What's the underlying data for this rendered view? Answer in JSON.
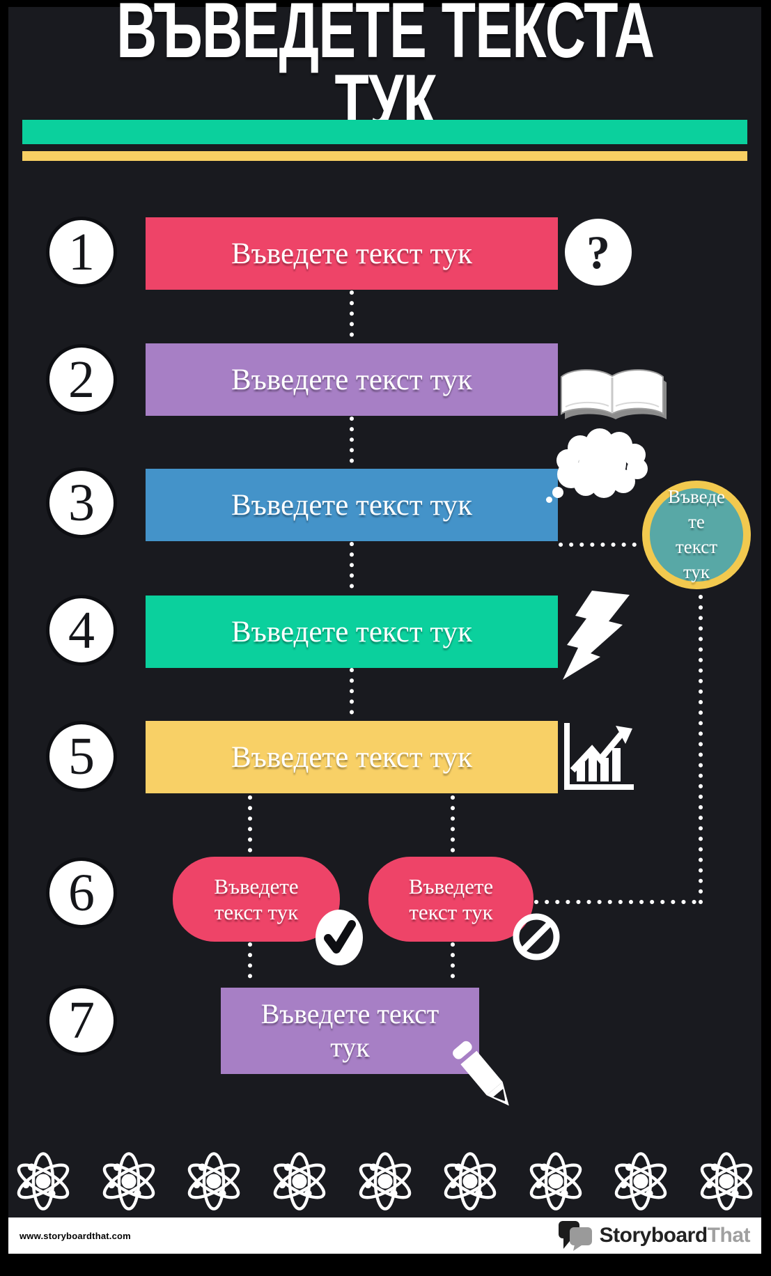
{
  "title": {
    "line1": "ВЪВЕДЕТЕ ТЕКСТА",
    "line2": "ТУК"
  },
  "steps": [
    {
      "number": "1",
      "label": "Въведете текст тук",
      "icon": "question-icon",
      "color": "#ee4468"
    },
    {
      "number": "2",
      "label": "Въведете текст тук",
      "icon": "open-book-icon",
      "color": "#a77fc5"
    },
    {
      "number": "3",
      "label": "Въведете текст тук",
      "icon": "thought-cloud-icon",
      "color": "#4493c9"
    },
    {
      "number": "4",
      "label": "Въведете текст тук",
      "icon": "lightning-bolt-icon",
      "color": "#0bd09d"
    },
    {
      "number": "5",
      "label": "Въведете текст тук",
      "icon": "growth-chart-icon",
      "color": "#f8d066"
    },
    {
      "number": "6",
      "labels": [
        "Въведете текст тук",
        "Въведете текст тук"
      ],
      "icons": [
        "checkmark-icon",
        "prohibited-icon"
      ],
      "color": "#ee4468"
    },
    {
      "number": "7",
      "label": "Въведете текст тук",
      "icon": "pencil-icon",
      "color": "#a77fc5"
    }
  ],
  "bubble": {
    "lines": [
      "Въведе",
      "те",
      "текст",
      "тук"
    ]
  },
  "footer": {
    "url": "www.storyboardthat.com",
    "brand_black": "Storyboard",
    "brand_gray": "That"
  },
  "colors": {
    "background": "#191a1f",
    "frame": "#000000",
    "green": "#0bd09d",
    "yellow": "#f8cf63",
    "yellow2": "#f8d066",
    "pink": "#ee4468",
    "purple": "#a77fc5",
    "blue": "#4493c9",
    "teal": "#58a8a6",
    "ring": "#f2c94f"
  }
}
